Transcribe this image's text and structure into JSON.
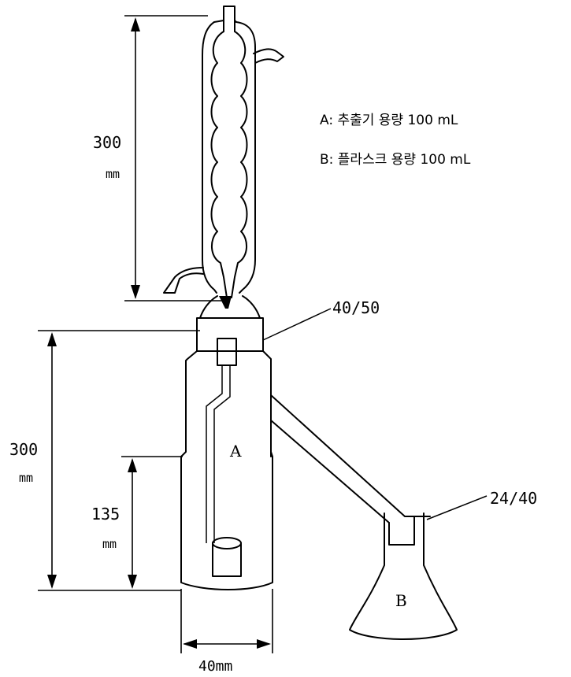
{
  "legend": {
    "a": "A: 추출기 용량 100 mL",
    "b": "B: 플라스크 용량 100 mL"
  },
  "dimensions": {
    "condenser_height_value": "300",
    "condenser_height_unit": "mm",
    "extractor_height_value": "300",
    "extractor_height_unit": "mm",
    "siphon_height_value": "135",
    "siphon_height_unit": "mm",
    "extractor_width": "40mm"
  },
  "joints": {
    "upper": "40/50",
    "lower": "24/40"
  },
  "parts": {
    "extractor": "A",
    "flask": "B"
  }
}
